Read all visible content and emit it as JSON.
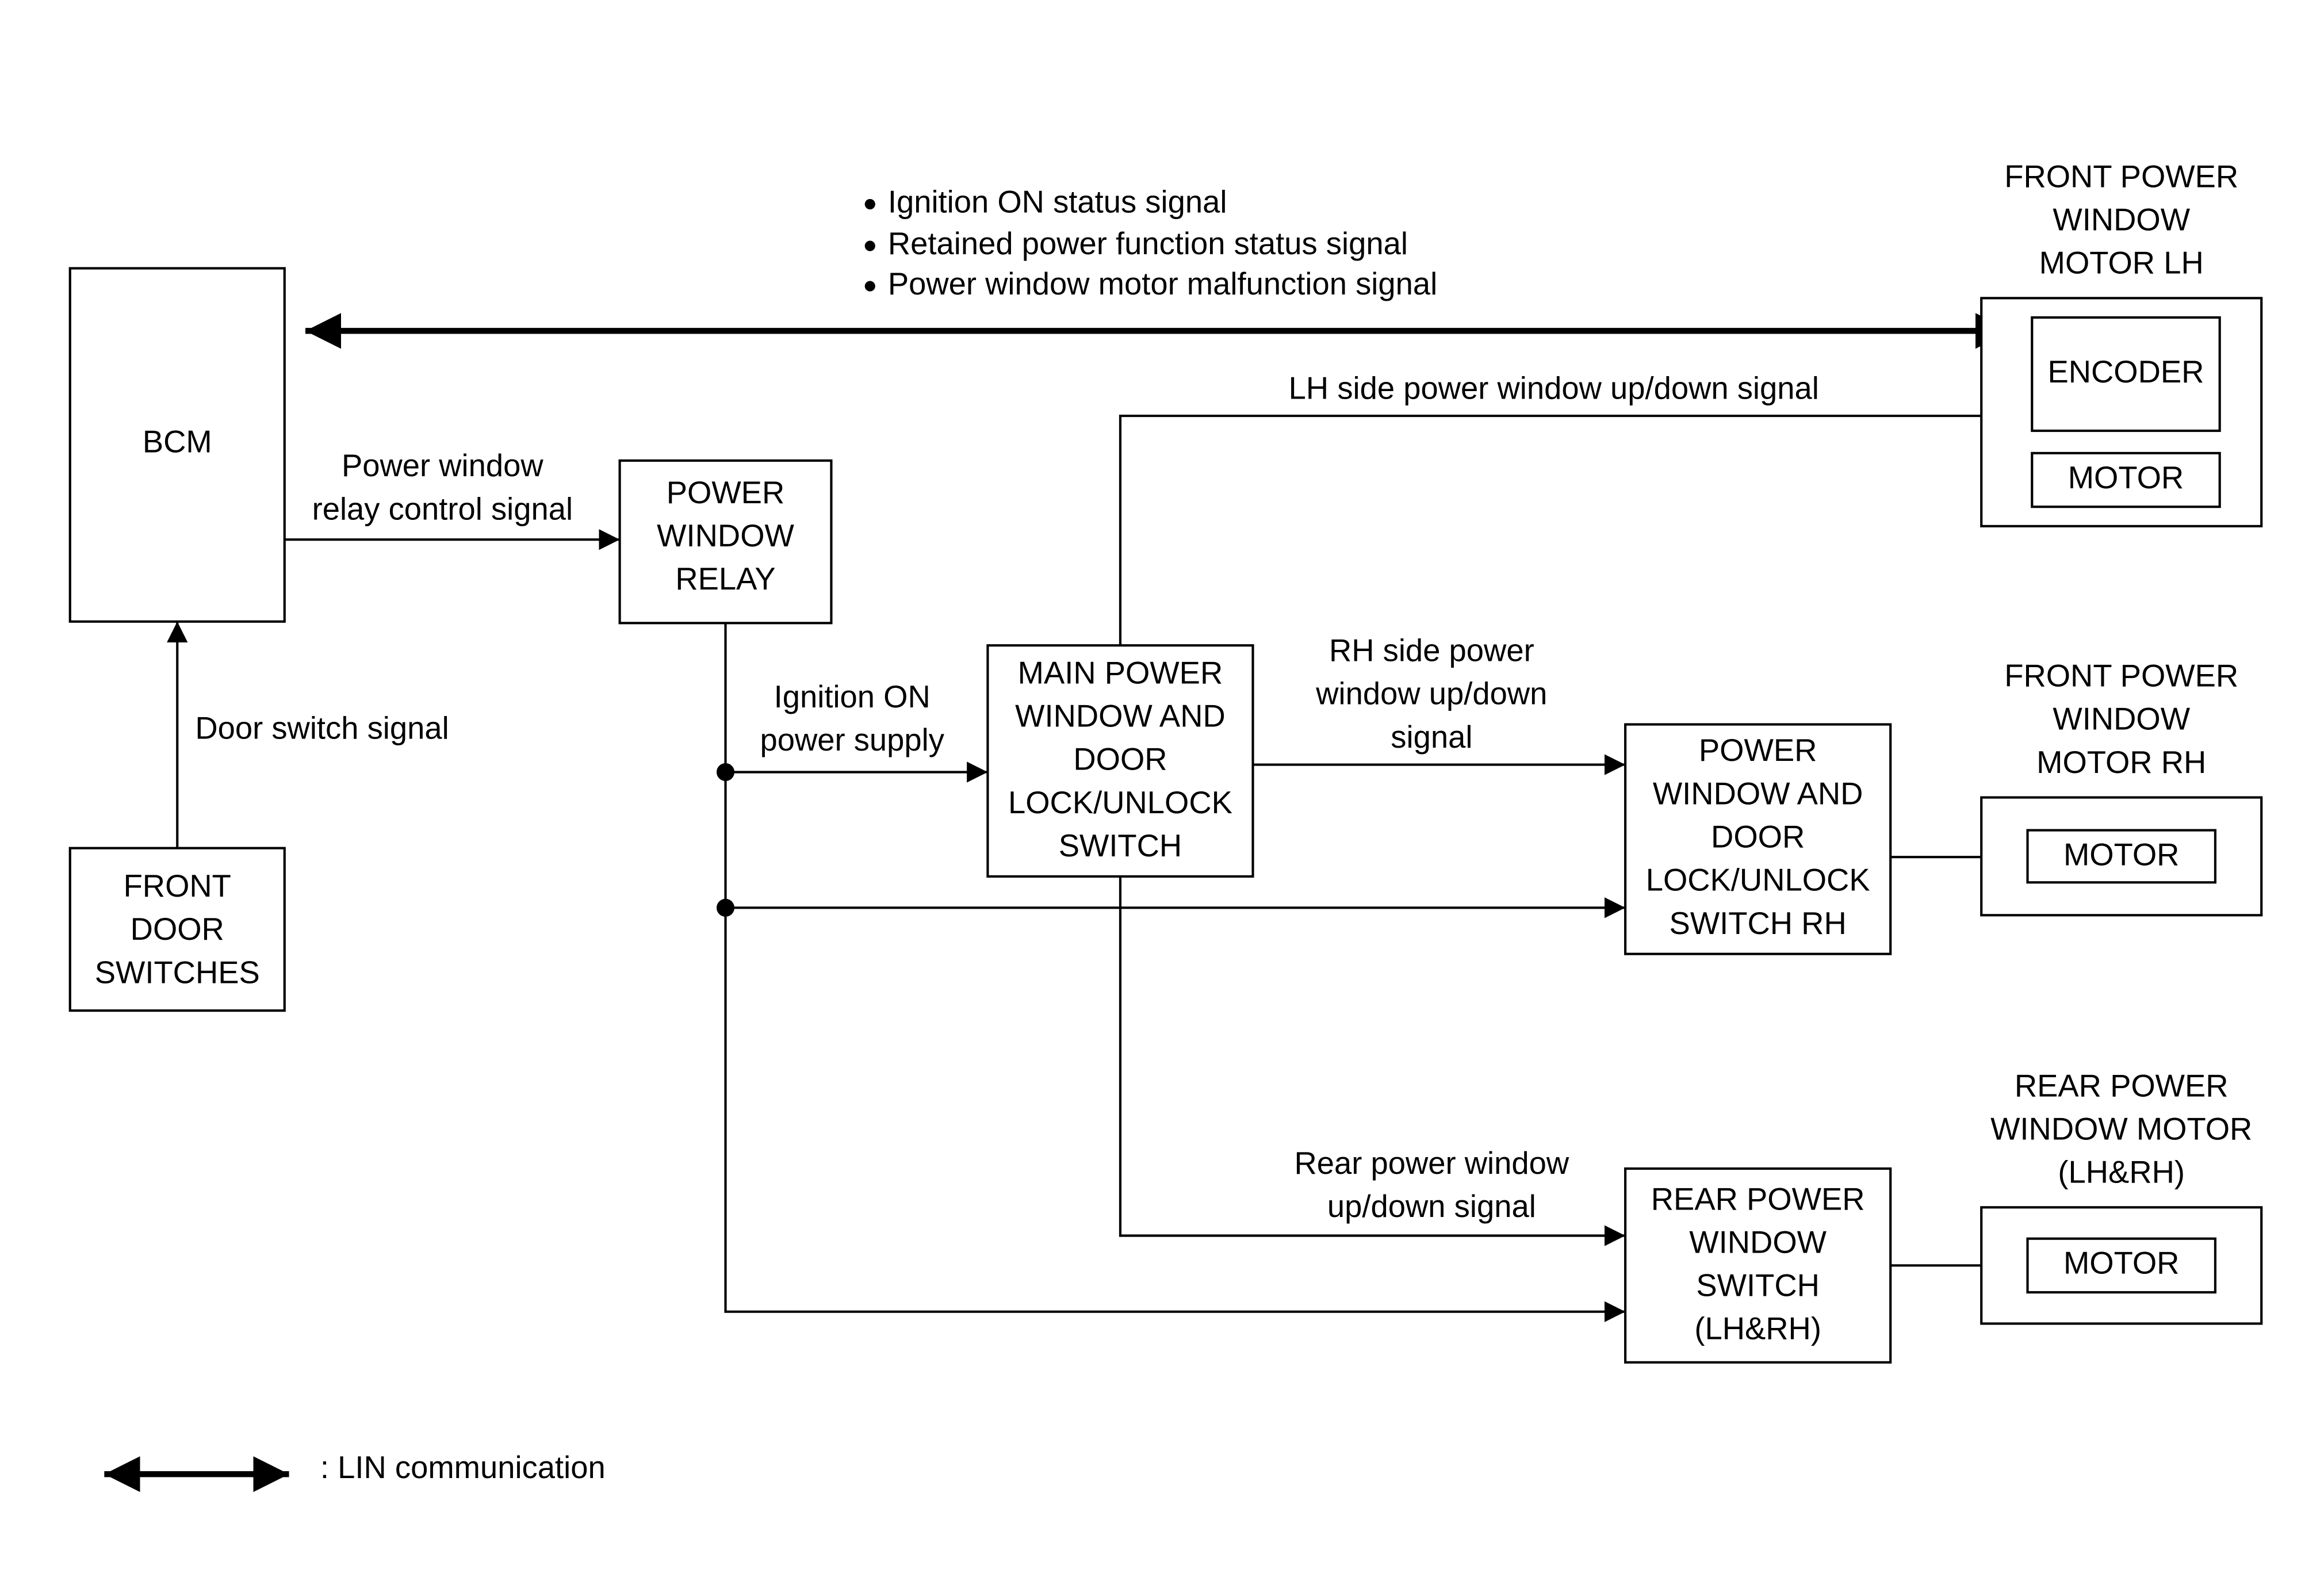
{
  "blocks": {
    "bcm": [
      "BCM"
    ],
    "front_door_switches": [
      "FRONT",
      "DOOR",
      "SWITCHES"
    ],
    "power_window_relay": [
      "POWER",
      "WINDOW",
      "RELAY"
    ],
    "main_switch": [
      "MAIN POWER",
      "WINDOW AND",
      "DOOR",
      "LOCK/UNLOCK",
      "SWITCH"
    ],
    "rh_switch": [
      "POWER",
      "WINDOW AND",
      "DOOR",
      "LOCK/UNLOCK",
      "SWITCH RH"
    ],
    "rear_switch": [
      "REAR POWER",
      "WINDOW",
      "SWITCH",
      "(LH&RH)"
    ],
    "front_motor_lh_title": [
      "FRONT POWER",
      "WINDOW",
      "MOTOR LH"
    ],
    "encoder": "ENCODER",
    "motor": "MOTOR",
    "front_motor_rh_title": [
      "FRONT POWER",
      "WINDOW",
      "MOTOR RH"
    ],
    "rear_motor_title": [
      "REAR POWER",
      "WINDOW MOTOR",
      "(LH&RH)"
    ]
  },
  "signals": {
    "lin_bullets": [
      "Ignition ON status signal",
      "Retained power function status signal",
      "Power window motor malfunction signal"
    ],
    "relay_control": [
      "Power window",
      "relay control signal"
    ],
    "door_switch": "Door switch signal",
    "ignition_supply": [
      "Ignition ON",
      "power supply"
    ],
    "lh_side": "LH side power window up/down signal",
    "rh_side": [
      "RH side power",
      "window up/down",
      "signal"
    ],
    "rear": [
      "Rear power window",
      "up/down signal"
    ]
  },
  "legend": {
    "lin": ": LIN communication"
  }
}
